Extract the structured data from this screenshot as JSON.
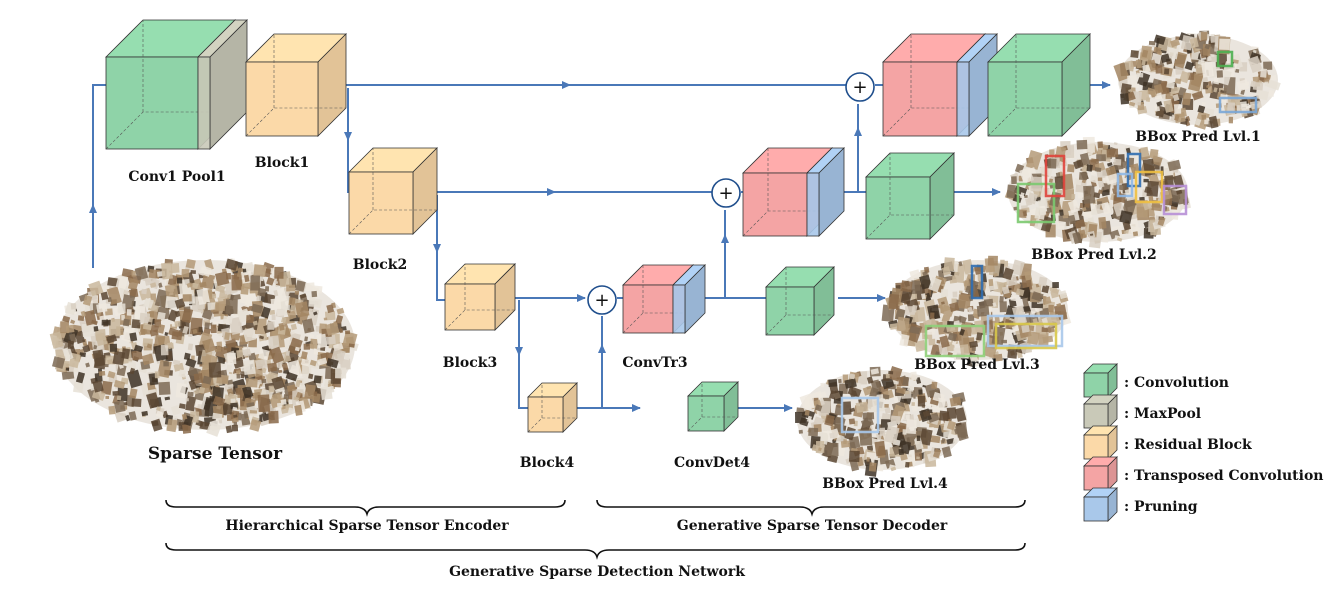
{
  "colors": {
    "convolution": "#8fd3a8",
    "maxpool": "#c9c9b8",
    "residual_block": "#fbd9a8",
    "transposed_convolution": "#f4a4a4",
    "pruning": "#a9c8ea",
    "arrow": "#4a78b8"
  },
  "labels": {
    "conv1_pool1": "Conv1 Pool1",
    "block1": "Block1",
    "block2": "Block2",
    "block3": "Block3",
    "block4": "Block4",
    "convtr3": "ConvTr3",
    "convdet4": "ConvDet4",
    "sparse_tensor": "Sparse Tensor",
    "bbox_lvl1": "BBox Pred Lvl.1",
    "bbox_lvl2": "BBox Pred Lvl.2",
    "bbox_lvl3": "BBox Pred Lvl.3",
    "bbox_lvl4": "BBox Pred Lvl.4"
  },
  "braces": {
    "encoder": "Hierarchical Sparse Tensor Encoder",
    "decoder": "Generative Sparse Tensor Decoder",
    "network": "Generative Sparse Detection Network"
  },
  "legend": [
    {
      "label": ": Convolution",
      "color": "#8fd3a8"
    },
    {
      "label": ": MaxPool",
      "color": "#c9c9b8"
    },
    {
      "label": ": Residual Block",
      "color": "#fbd9a8"
    },
    {
      "label": ": Transposed Convolution",
      "color": "#f4a4a4"
    },
    {
      "label": ": Pruning",
      "color": "#a9c8ea"
    }
  ]
}
